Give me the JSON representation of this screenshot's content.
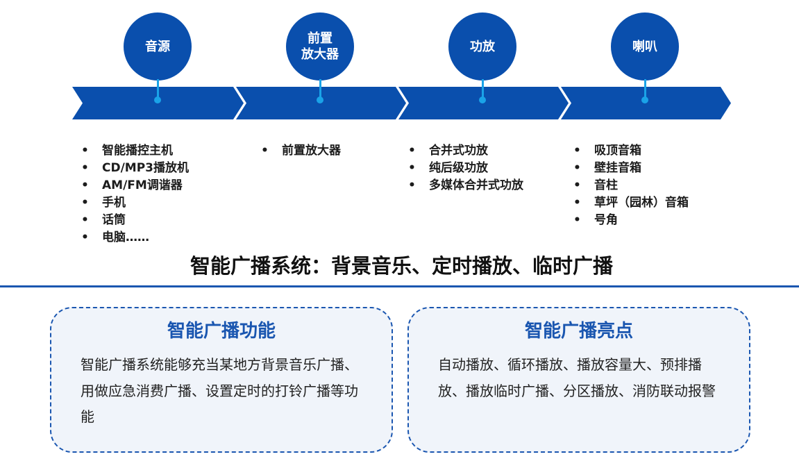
{
  "colors": {
    "primary": "#0a4fad",
    "accent": "#1aa3e8",
    "box_bg": "#f0f4fa"
  },
  "stages": [
    {
      "label": "音源",
      "items": [
        "智能播控主机",
        "CD/MP3播放机",
        "AM/FM调谐器",
        "手机",
        "话筒",
        "电脑……"
      ]
    },
    {
      "label": "前置\n放大器",
      "items": [
        "前置放大器"
      ]
    },
    {
      "label": "功放",
      "items": [
        "合并式功放",
        "纯后级功放",
        "多媒体合并式功放"
      ]
    },
    {
      "label": "喇叭",
      "items": [
        "吸顶音箱",
        "壁挂音箱",
        "音柱",
        "草坪（园林）音箱",
        "号角"
      ]
    }
  ],
  "bullet": "•",
  "title": "智能广播系统：背景音乐、定时播放、临时广播",
  "boxes": [
    {
      "heading": "智能广播功能",
      "body": "智能广播系统能够充当某地方背景音乐广播、用做应急消费广播、设置定时的打铃广播等功能"
    },
    {
      "heading": "智能广播亮点",
      "body": "自动播放、循环播放、播放容量大、预排播放、播放临时广播、分区播放、消防联动报警"
    }
  ]
}
